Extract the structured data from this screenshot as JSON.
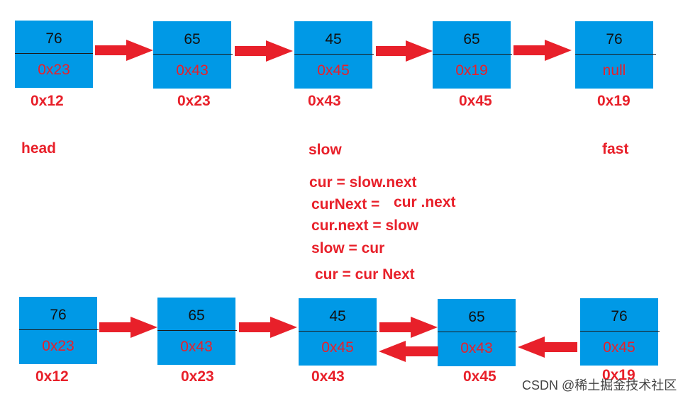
{
  "top_row": {
    "nodes": [
      {
        "value": "76",
        "next": "0x23",
        "address": "0x12"
      },
      {
        "value": "65",
        "next": "0x43",
        "address": "0x23"
      },
      {
        "value": "45",
        "next": "0x45",
        "address": "0x43"
      },
      {
        "value": "65",
        "next": "0x19",
        "address": "0x45"
      },
      {
        "value": "76",
        "next": "null",
        "address": "0x19"
      }
    ],
    "pointers": {
      "head": "head",
      "slow": "slow",
      "fast": "fast"
    }
  },
  "code": [
    "cur = slow.next",
    "curNext =",
    "cur .next",
    "cur.next = slow",
    "slow = cur",
    "cur = cur Next"
  ],
  "bottom_row": {
    "nodes": [
      {
        "value": "76",
        "next": "0x23",
        "address": "0x12"
      },
      {
        "value": "65",
        "next": "0x43",
        "address": "0x23"
      },
      {
        "value": "45",
        "next": "0x45",
        "address": "0x43"
      },
      {
        "value": "65",
        "next": "0x43",
        "address": "0x45"
      },
      {
        "value": "76",
        "next": "0x45",
        "address": "0x19"
      }
    ]
  },
  "watermark": "CSDN @稀土掘金技术社区",
  "colors": {
    "node_fill": "#0099e6",
    "label_red": "#e8202a",
    "arrow_red": "#e8202a"
  }
}
